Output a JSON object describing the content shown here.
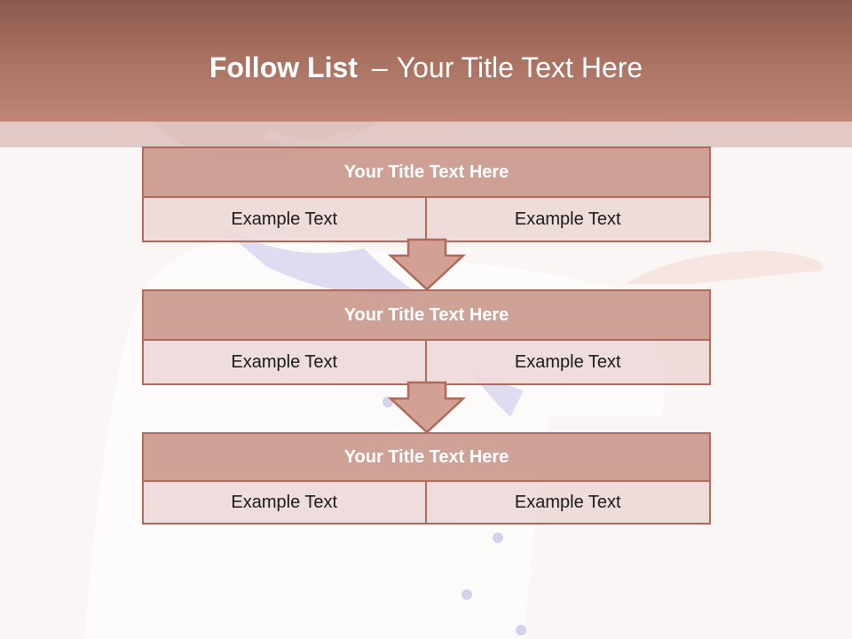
{
  "header": {
    "title_bold": "Follow List",
    "title_sep": "–",
    "title_rest": "Your Title Text Here"
  },
  "blocks": [
    {
      "title": "Your Title Text Here",
      "left": "Example Text",
      "right": "Example Text"
    },
    {
      "title": "Your Title Text Here",
      "left": "Example Text",
      "right": "Example Text"
    },
    {
      "title": "Your Title Text Here",
      "left": "Example Text",
      "right": "Example Text"
    }
  ],
  "colors": {
    "header_top": "#8b5a4f",
    "header_bottom": "#bf8677",
    "title_fill": "#c79285",
    "cell_fill": "#ecd9d8",
    "border": "#b06a5c"
  }
}
